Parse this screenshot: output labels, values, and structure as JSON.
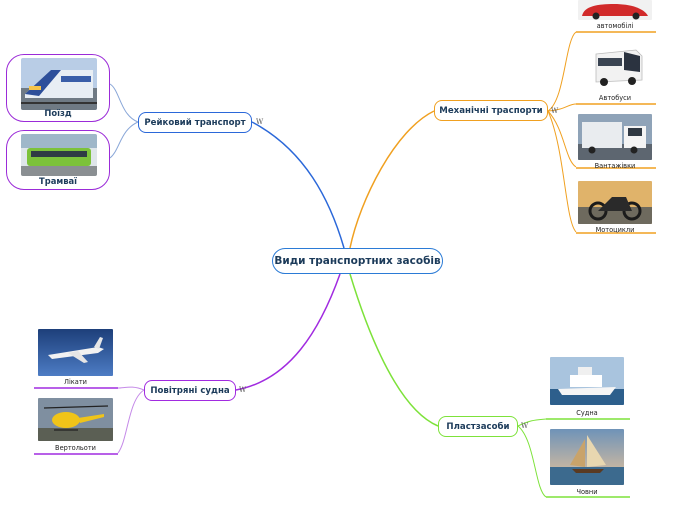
{
  "central": {
    "label": "Види транспортних засобів"
  },
  "branches": {
    "rail": {
      "label": "Рейковий транспорт"
    },
    "mech": {
      "label": "Механічні траспорти"
    },
    "air": {
      "label": "Повітряні судна"
    },
    "water": {
      "label": "Пластзасоби"
    }
  },
  "rail_items": [
    {
      "label": "Поїзд"
    },
    {
      "label": "Трамваї"
    }
  ],
  "mech_items": [
    {
      "label": "автомобілі"
    },
    {
      "label": "Автобуси"
    },
    {
      "label": "Вантажівки"
    },
    {
      "label": "Мотоцикли"
    }
  ],
  "air_items": [
    {
      "label": "Лікати"
    },
    {
      "label": "Вертольоти"
    }
  ],
  "water_items": [
    {
      "label": "Судна"
    },
    {
      "label": "Човни"
    }
  ],
  "icon_glyph": "W",
  "colors": {
    "rail": "#2b68d9",
    "mech": "#f0a020",
    "air": "#a12be0",
    "water": "#7de23a",
    "card_border": "#9b2bd8",
    "text": "#1c3b5a"
  }
}
